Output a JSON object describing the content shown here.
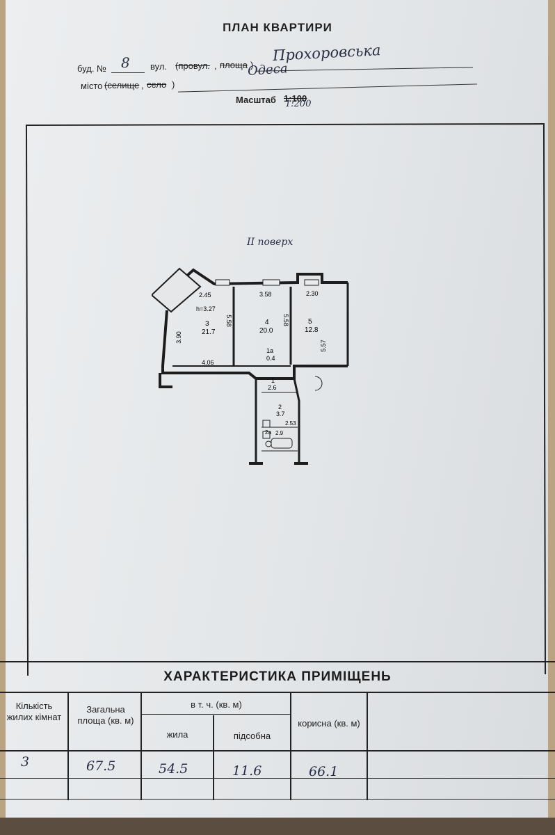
{
  "header": {
    "title": "ПЛАН КВАРТИРИ",
    "building_label": "буд. №",
    "building_number": "8",
    "street_label": "вул.",
    "street_struck_1": "(провул.",
    "street_struck_2": "площа",
    "street_value": "Прохоровська",
    "city_label": "місто",
    "city_struck_1": "(селище",
    "city_struck_2": "село",
    "city_value": "Одеса",
    "scale_label": "Масштаб",
    "scale_struck": "1:100",
    "scale_value": "1:200"
  },
  "plan": {
    "floor": "II поверх",
    "rooms": [
      {
        "number": "3",
        "area": "21.7"
      },
      {
        "number": "4",
        "area": "20.0"
      },
      {
        "number": "5",
        "area": "12.8"
      },
      {
        "number": "1а",
        "area": "0.4"
      },
      {
        "number": "1",
        "area": "2.6"
      },
      {
        "number": "2",
        "area": "3.7"
      },
      {
        "number": "2а",
        "area": "2.9"
      }
    ],
    "dimensions": {
      "d1": "2.45",
      "d2": "3.58",
      "d3": "2.30",
      "height": "h=3.27",
      "d4": "3.90",
      "d5": "5.58",
      "d6": "5.58",
      "d7": "5.57",
      "d8": "4.06",
      "d9": "2.53"
    }
  },
  "characteristics": {
    "title": "ХАРАКТЕРИСТИКА ПРИМІЩЕНЬ",
    "col_rooms": "Кількість жилих кімнат",
    "col_total": "Загальна площа (кв. м)",
    "col_incl": "в т. ч. (кв. м)",
    "col_living": "жила",
    "col_aux": "підсобна",
    "col_useful": "корисна (кв. м)",
    "values": {
      "rooms": "3",
      "total": "67.5",
      "living": "54.5",
      "aux": "11.6",
      "useful": "66.1"
    }
  }
}
